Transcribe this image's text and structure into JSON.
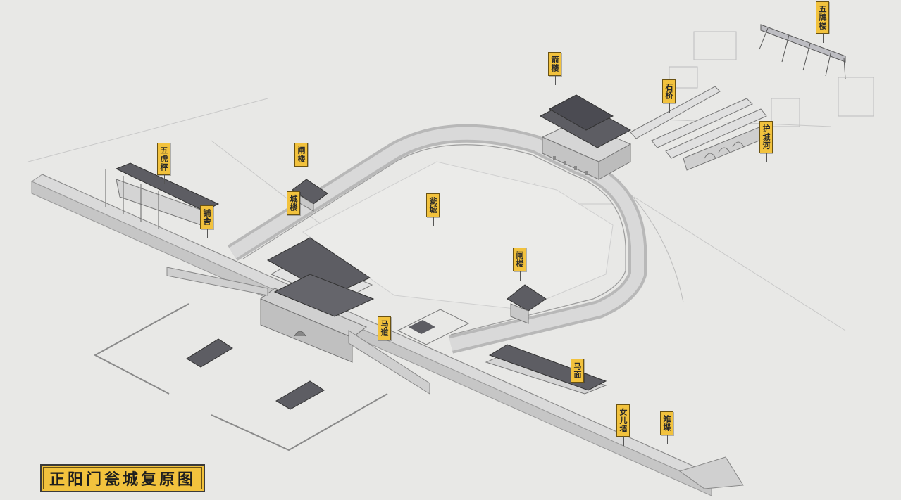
{
  "title": "正阳门瓮城复原图",
  "labels": {
    "wuhuxian": "五虎枰",
    "zhalou_left": "闸楼",
    "chenglou": "城楼",
    "pushe": "铺舍",
    "wengcheng": "瓮城",
    "jianlou": "箭楼",
    "shiqiao": "石桥",
    "wupailou": "五牌楼",
    "huchenghe": "护城河",
    "zhalou_right": "闸楼",
    "madao": "马道",
    "mamian": "马面",
    "nverqiang": "女儿墙",
    "duokou": "雉堞"
  },
  "colors": {
    "background": "#e8e8e6",
    "label_fill": "#f2c23d",
    "wall": "#c9c9c9",
    "wall_top": "#dadada",
    "roof": "#5d5d63"
  }
}
